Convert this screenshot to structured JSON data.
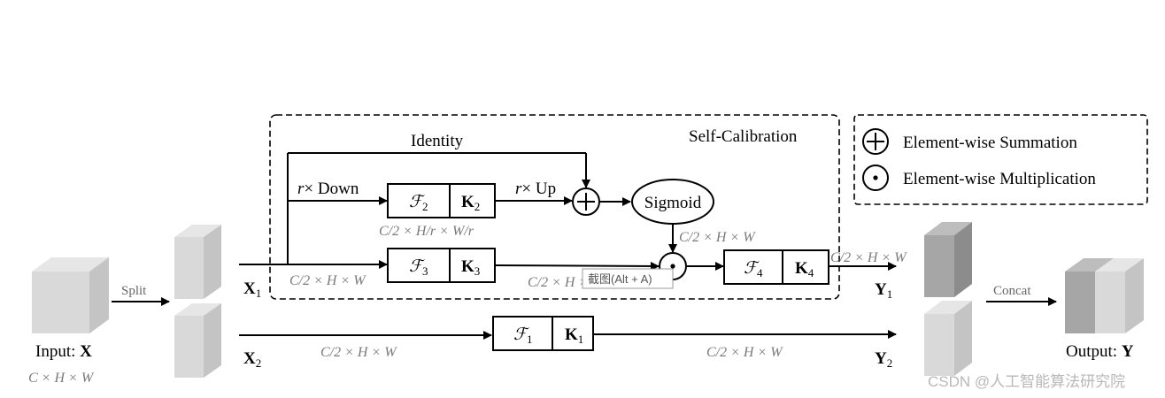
{
  "labels": {
    "self_calibration": "Self-Calibration",
    "identity": "Identity",
    "r_down_r": "r",
    "r_down_text": "× Down",
    "r_up_r": "r",
    "r_up_text": "× Up",
    "sigmoid": "Sigmoid",
    "split": "Split",
    "concat": "Concat",
    "input_prefix": "Input: ",
    "input_var": "X",
    "output_prefix": "Output: ",
    "output_var": "Y",
    "x1": "X",
    "x1_sub": "1",
    "x2": "X",
    "x2_sub": "2",
    "y1": "Y",
    "y1_sub": "1",
    "y2": "Y",
    "y2_sub": "2"
  },
  "blocks": {
    "f2": {
      "f": "ℱ",
      "f_sub": "2",
      "k": "K",
      "k_sub": "2"
    },
    "f3": {
      "f": "ℱ",
      "f_sub": "3",
      "k": "K",
      "k_sub": "3"
    },
    "f4": {
      "f": "ℱ",
      "f_sub": "4",
      "k": "K",
      "k_sub": "4"
    },
    "f1": {
      "f": "ℱ",
      "f_sub": "1",
      "k": "K",
      "k_sub": "1"
    }
  },
  "dims": {
    "input": "C × H × W",
    "half": "C/2 × H × W",
    "down": "C/2 × H/r × W/r"
  },
  "legend": {
    "sum": "Element-wise Summation",
    "mul": "Element-wise Multiplication"
  },
  "overlays": {
    "tooltip": "截图(Alt + A)",
    "watermark": "CSDN @人工智能算法研究院"
  },
  "colors": {
    "cube_light": "#d9d9d9",
    "cube_dark": "#a6a6a6",
    "dim_text": "#7a7a7a"
  }
}
